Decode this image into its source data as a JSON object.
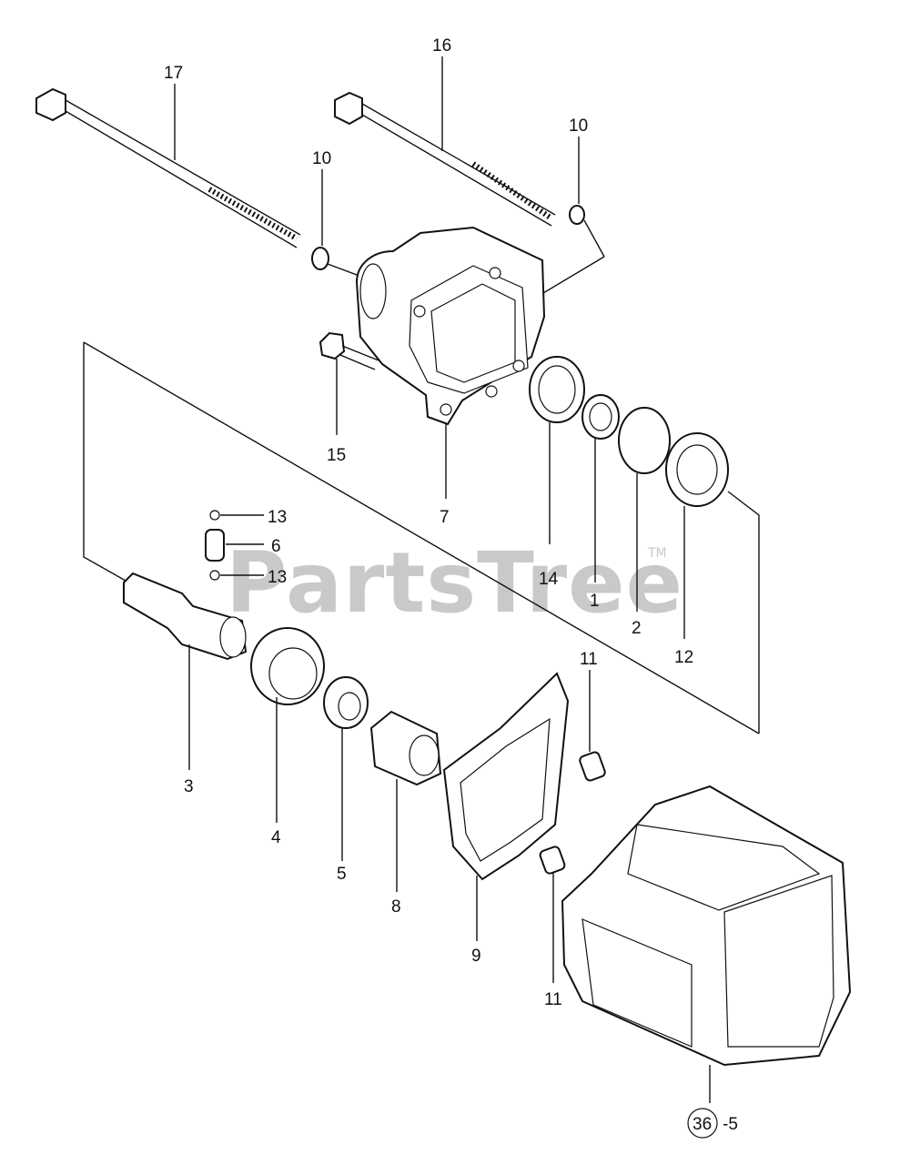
{
  "watermark": {
    "text": "PartsTree",
    "tm": "TM"
  },
  "callouts": [
    {
      "key": "p17",
      "text": "17"
    },
    {
      "key": "p16",
      "text": "16"
    },
    {
      "key": "p10a",
      "text": "10"
    },
    {
      "key": "p10b",
      "text": "10"
    },
    {
      "key": "p15",
      "text": "15"
    },
    {
      "key": "p7",
      "text": "7"
    },
    {
      "key": "p14",
      "text": "14"
    },
    {
      "key": "p1",
      "text": "1"
    },
    {
      "key": "p2",
      "text": "2"
    },
    {
      "key": "p12",
      "text": "12"
    },
    {
      "key": "p13a",
      "text": "13"
    },
    {
      "key": "p6",
      "text": "6"
    },
    {
      "key": "p13b",
      "text": "13"
    },
    {
      "key": "p3",
      "text": "3"
    },
    {
      "key": "p4",
      "text": "4"
    },
    {
      "key": "p5",
      "text": "5"
    },
    {
      "key": "p8",
      "text": "8"
    },
    {
      "key": "p11a",
      "text": "11"
    },
    {
      "key": "p9",
      "text": "9"
    },
    {
      "key": "p11b",
      "text": "11"
    },
    {
      "key": "ref_num",
      "text": "36"
    },
    {
      "key": "ref_suffix",
      "text": "-5"
    }
  ]
}
